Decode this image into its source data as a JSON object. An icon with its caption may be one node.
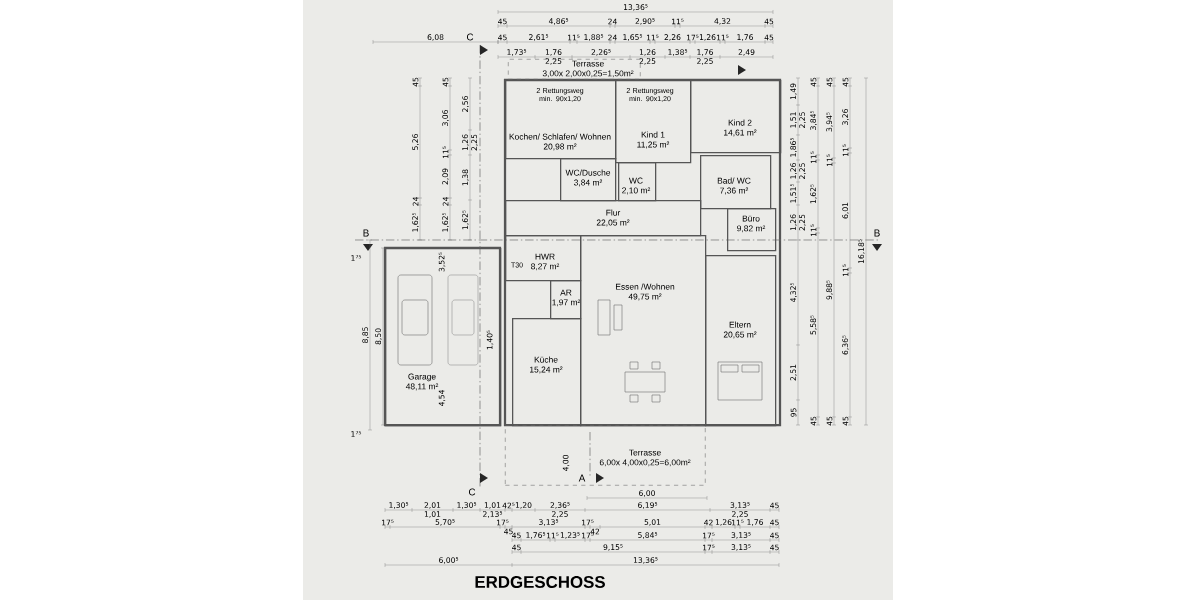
{
  "diagram": {
    "title": "ERDGESCHOSS",
    "nodes": [
      {
        "text": [
          "Terrasse",
          "3,00x 2,00x0,25=1,50m²"
        ]
      },
      {
        "text": [
          "Kochen/ Schlafen/ Wohnen",
          "20,98 m²"
        ]
      },
      {
        "text": [
          "WC/Dusche",
          "3,84 m²"
        ]
      },
      {
        "text": [
          "Kind 1",
          "11,25 m²"
        ]
      },
      {
        "text": [
          "WC",
          "2,10 m²"
        ]
      },
      {
        "text": [
          "Kind 2",
          "14,61 m²"
        ]
      },
      {
        "text": [
          "Bad/ WC",
          "7,36 m²"
        ]
      },
      {
        "text": [
          "Flur",
          "22,05 m²"
        ]
      },
      {
        "text": [
          "Büro",
          "9,82 m²"
        ]
      },
      {
        "text": [
          "HWR",
          "8,27 m²"
        ]
      },
      {
        "text": [
          "AR",
          "1,97 m²"
        ]
      },
      {
        "text": [
          "Küche",
          "15,24 m²"
        ]
      },
      {
        "text": [
          "Essen /Wohnen",
          "49,75 m²"
        ]
      },
      {
        "text": [
          "Eltern",
          "20,65 m²"
        ]
      },
      {
        "text": [
          "Garage",
          "48,11 m²"
        ]
      },
      {
        "text": [
          "Terrasse",
          "6,00x 4,00x0,25=6,00m²"
        ]
      }
    ],
    "labels": [
      "2 Rettungsweg min. 90x1,20",
      "2 Rettungsweg min. 90x1,20",
      "T30",
      "C",
      "B",
      "B",
      "A",
      "C",
      "13,36⁵",
      "45",
      "4,86⁵",
      "24",
      "2,90⁵",
      "11⁵",
      "4,32",
      "45",
      "6,08",
      "45",
      "2,61⁵",
      "11⁵",
      "1,88⁵",
      "24",
      "1,65⁵",
      "11⁵",
      "2,26",
      "17⁵",
      "1,26",
      "11⁵",
      "1,76",
      "45",
      "1,73⁵",
      "1,76",
      "2,25",
      "2,26⁵",
      "1,26",
      "2,25",
      "1,38⁵",
      "1,76",
      "2,25",
      "2,49",
      "6,00",
      "1,30⁵",
      "2,01",
      "1,01",
      "1,30⁵",
      "1,01",
      "2,13⁵",
      "42⁵",
      "1,20",
      "2,36⁵",
      "2,25",
      "6,19⁵",
      "3,13⁵",
      "2,25",
      "45",
      "17⁵",
      "5,70⁵",
      "17⁵",
      "45",
      "3,13⁵",
      "17⁵",
      "42",
      "5,01",
      "42",
      "1,26",
      "11⁵",
      "1,76",
      "45",
      "45",
      "1,76⁵",
      "11⁵",
      "1,23⁵",
      "17⁵",
      "5,84⁵",
      "17⁵",
      "3,13⁵",
      "45",
      "45",
      "9,15⁵",
      "17⁵",
      "3,13⁵",
      "45",
      "6,00⁵",
      "13,36⁵",
      "1,49",
      "1,51",
      "2,25",
      "1,86⁵",
      "1,26",
      "2,25",
      "1,51⁵",
      "1,26",
      "2,25",
      "4,32⁵",
      "2,51",
      "95",
      "45",
      "3,84⁵",
      "11⁵",
      "1,62⁵",
      "11⁵",
      "5,58⁵",
      "45",
      "45",
      "3,94⁵",
      "11⁵",
      "9,88⁵",
      "45",
      "45",
      "3,26",
      "11⁵",
      "6,01",
      "11⁵",
      "6,36⁵",
      "45",
      "16,18⁵",
      "8,85",
      "8,50",
      "45",
      "5,26",
      "24",
      "1,62⁵",
      "45",
      "3,06",
      "11⁵",
      "2,09",
      "24",
      "1,62⁵",
      "2,56",
      "1,26",
      "2,25",
      "1,38",
      "1,62⁵",
      "4,54",
      "3,52⁵",
      "1,40⁵",
      "4,00",
      "1⁷⁵",
      "1⁷⁵"
    ]
  }
}
